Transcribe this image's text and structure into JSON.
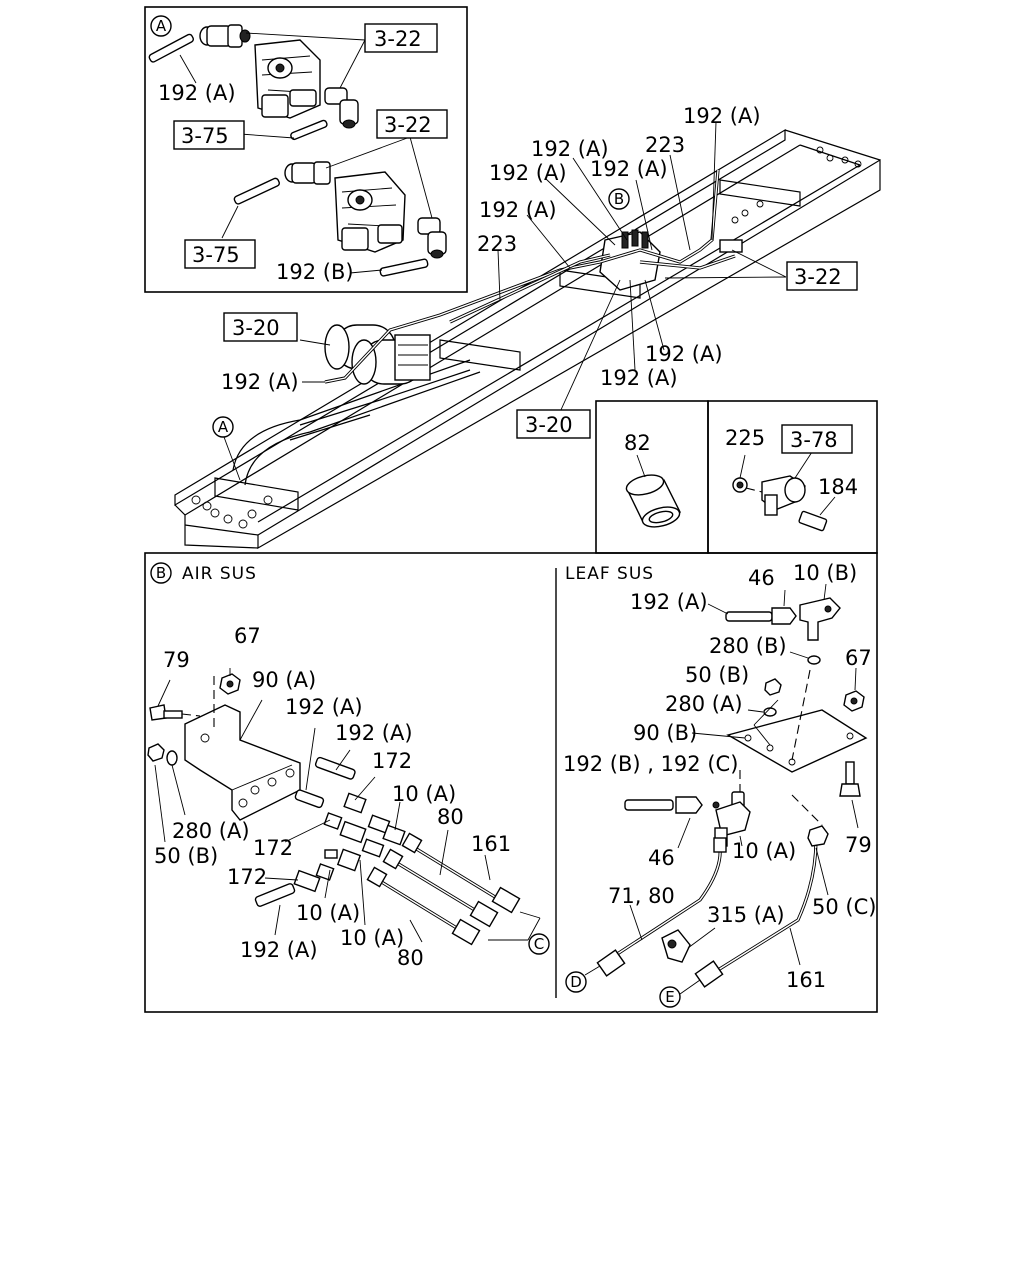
{
  "sheet": {
    "label_a_192A": "192 (A)",
    "ref_a_3_22_top": "3-22",
    "ref_a_3_75_top": "3-75",
    "ref_a_3_22_mid": "3-22",
    "ref_a_3_75_bot": "3-75",
    "label_a_192B": "192 (B)",
    "marker_a": "A",
    "marker_b": "B",
    "marker_c": "C",
    "marker_d": "D",
    "marker_e": "E",
    "main_192A_1": "192 (A)",
    "main_192A_2": "192 (A)",
    "main_192A_3": "192 (A)",
    "main_192A_4": "192 (A)",
    "main_192A_5": "192 (A)",
    "main_192A_6": "192 (A)",
    "main_192A_7": "192 (A)",
    "main_192A_8": "192 (A)",
    "main_223_a": "223",
    "main_223_b": "223",
    "ref_main_3_22": "3-22",
    "ref_main_3_20_a": "3-20",
    "ref_main_3_20_b": "3-20",
    "label_82": "82",
    "label_225": "225",
    "ref_3_78": "3-78",
    "label_184": "184",
    "header_air": "AIR SUS",
    "header_leaf": "LEAF SUS",
    "air_67": "67",
    "air_79": "79",
    "air_90A": "90 (A)",
    "air_192A_1": "192 (A)",
    "air_192A_2": "192 (A)",
    "air_172_1": "172",
    "air_10A_1": "10 (A)",
    "air_80_1": "80",
    "air_161": "161",
    "air_280A": "280 (A)",
    "air_50B": "50 (B)",
    "air_172_2": "172",
    "air_172_3": "172",
    "air_10A_2": "10 (A)",
    "air_10A_3": "10 (A)",
    "air_192A_3": "192 (A)",
    "air_80_2": "80",
    "leaf_46_1": "46",
    "leaf_10B": "10 (B)",
    "leaf_192A": "192 (A)",
    "leaf_280B": "280 (B)",
    "leaf_67": "67",
    "leaf_50B": "50 (B)",
    "leaf_280A": "280 (A)",
    "leaf_90B": "90 (B)",
    "leaf_192BC": "192 (B) , 192 (C)",
    "leaf_79": "79",
    "leaf_46_2": "46",
    "leaf_10A": "10 (A)",
    "leaf_71_80": "71, 80",
    "leaf_315A": "315 (A)",
    "leaf_50C": "50 (C)",
    "leaf_161": "161"
  }
}
